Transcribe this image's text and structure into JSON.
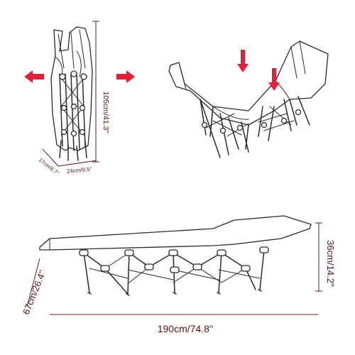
{
  "colors": {
    "arrow": "#e3203a",
    "dimension": "#5b0f12",
    "line_art": "#2a2a2a"
  },
  "icons": {
    "left_arrow": "arrow-left-icon",
    "right_arrow": "arrow-right-icon",
    "down_arrow": "arrow-down-icon"
  },
  "folded": {
    "height_label": "105cm/41.3''",
    "depth_label": "17cm/6.7''",
    "width_label": "24cm/9.5''"
  },
  "bed": {
    "length_label": "190cm/74.8''",
    "height_label": "36cm/14.2''",
    "width_label": "67cm/26.4''"
  }
}
